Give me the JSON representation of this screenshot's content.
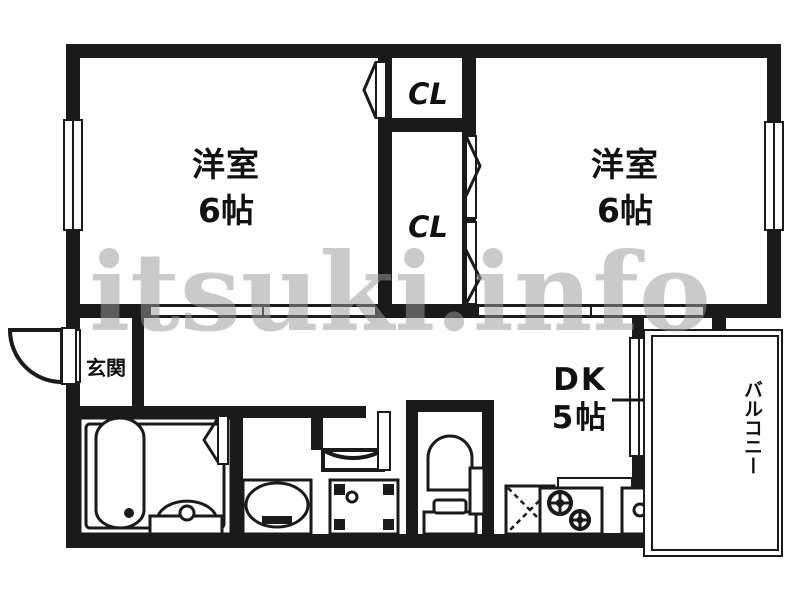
{
  "document": {
    "type": "floor-plan",
    "title": "2DK apartment floor plan",
    "background_color": "#ffffff",
    "wall_color": "#1a1a1a"
  },
  "rooms": {
    "bedroom_left": {
      "name": "洋室",
      "size": "6帖"
    },
    "bedroom_right": {
      "name": "洋室",
      "size": "6帖"
    },
    "closet_top": {
      "label": "CL"
    },
    "closet_bottom": {
      "label": "CL"
    },
    "dining_kitchen": {
      "name": "DK",
      "size": "5帖"
    },
    "entrance": {
      "label": "玄関"
    },
    "balcony": {
      "label": "バルコニー"
    }
  },
  "fixtures": [
    {
      "name": "bathtub"
    },
    {
      "name": "washbasin"
    },
    {
      "name": "sink-basin"
    },
    {
      "name": "toilet"
    },
    {
      "name": "washing-machine-space"
    },
    {
      "name": "gas-stove-two-burner"
    },
    {
      "name": "kitchen-sink"
    },
    {
      "name": "entrance-door"
    },
    {
      "name": "interior-hinged-door"
    }
  ],
  "watermark": {
    "text": "itsuki.info"
  }
}
